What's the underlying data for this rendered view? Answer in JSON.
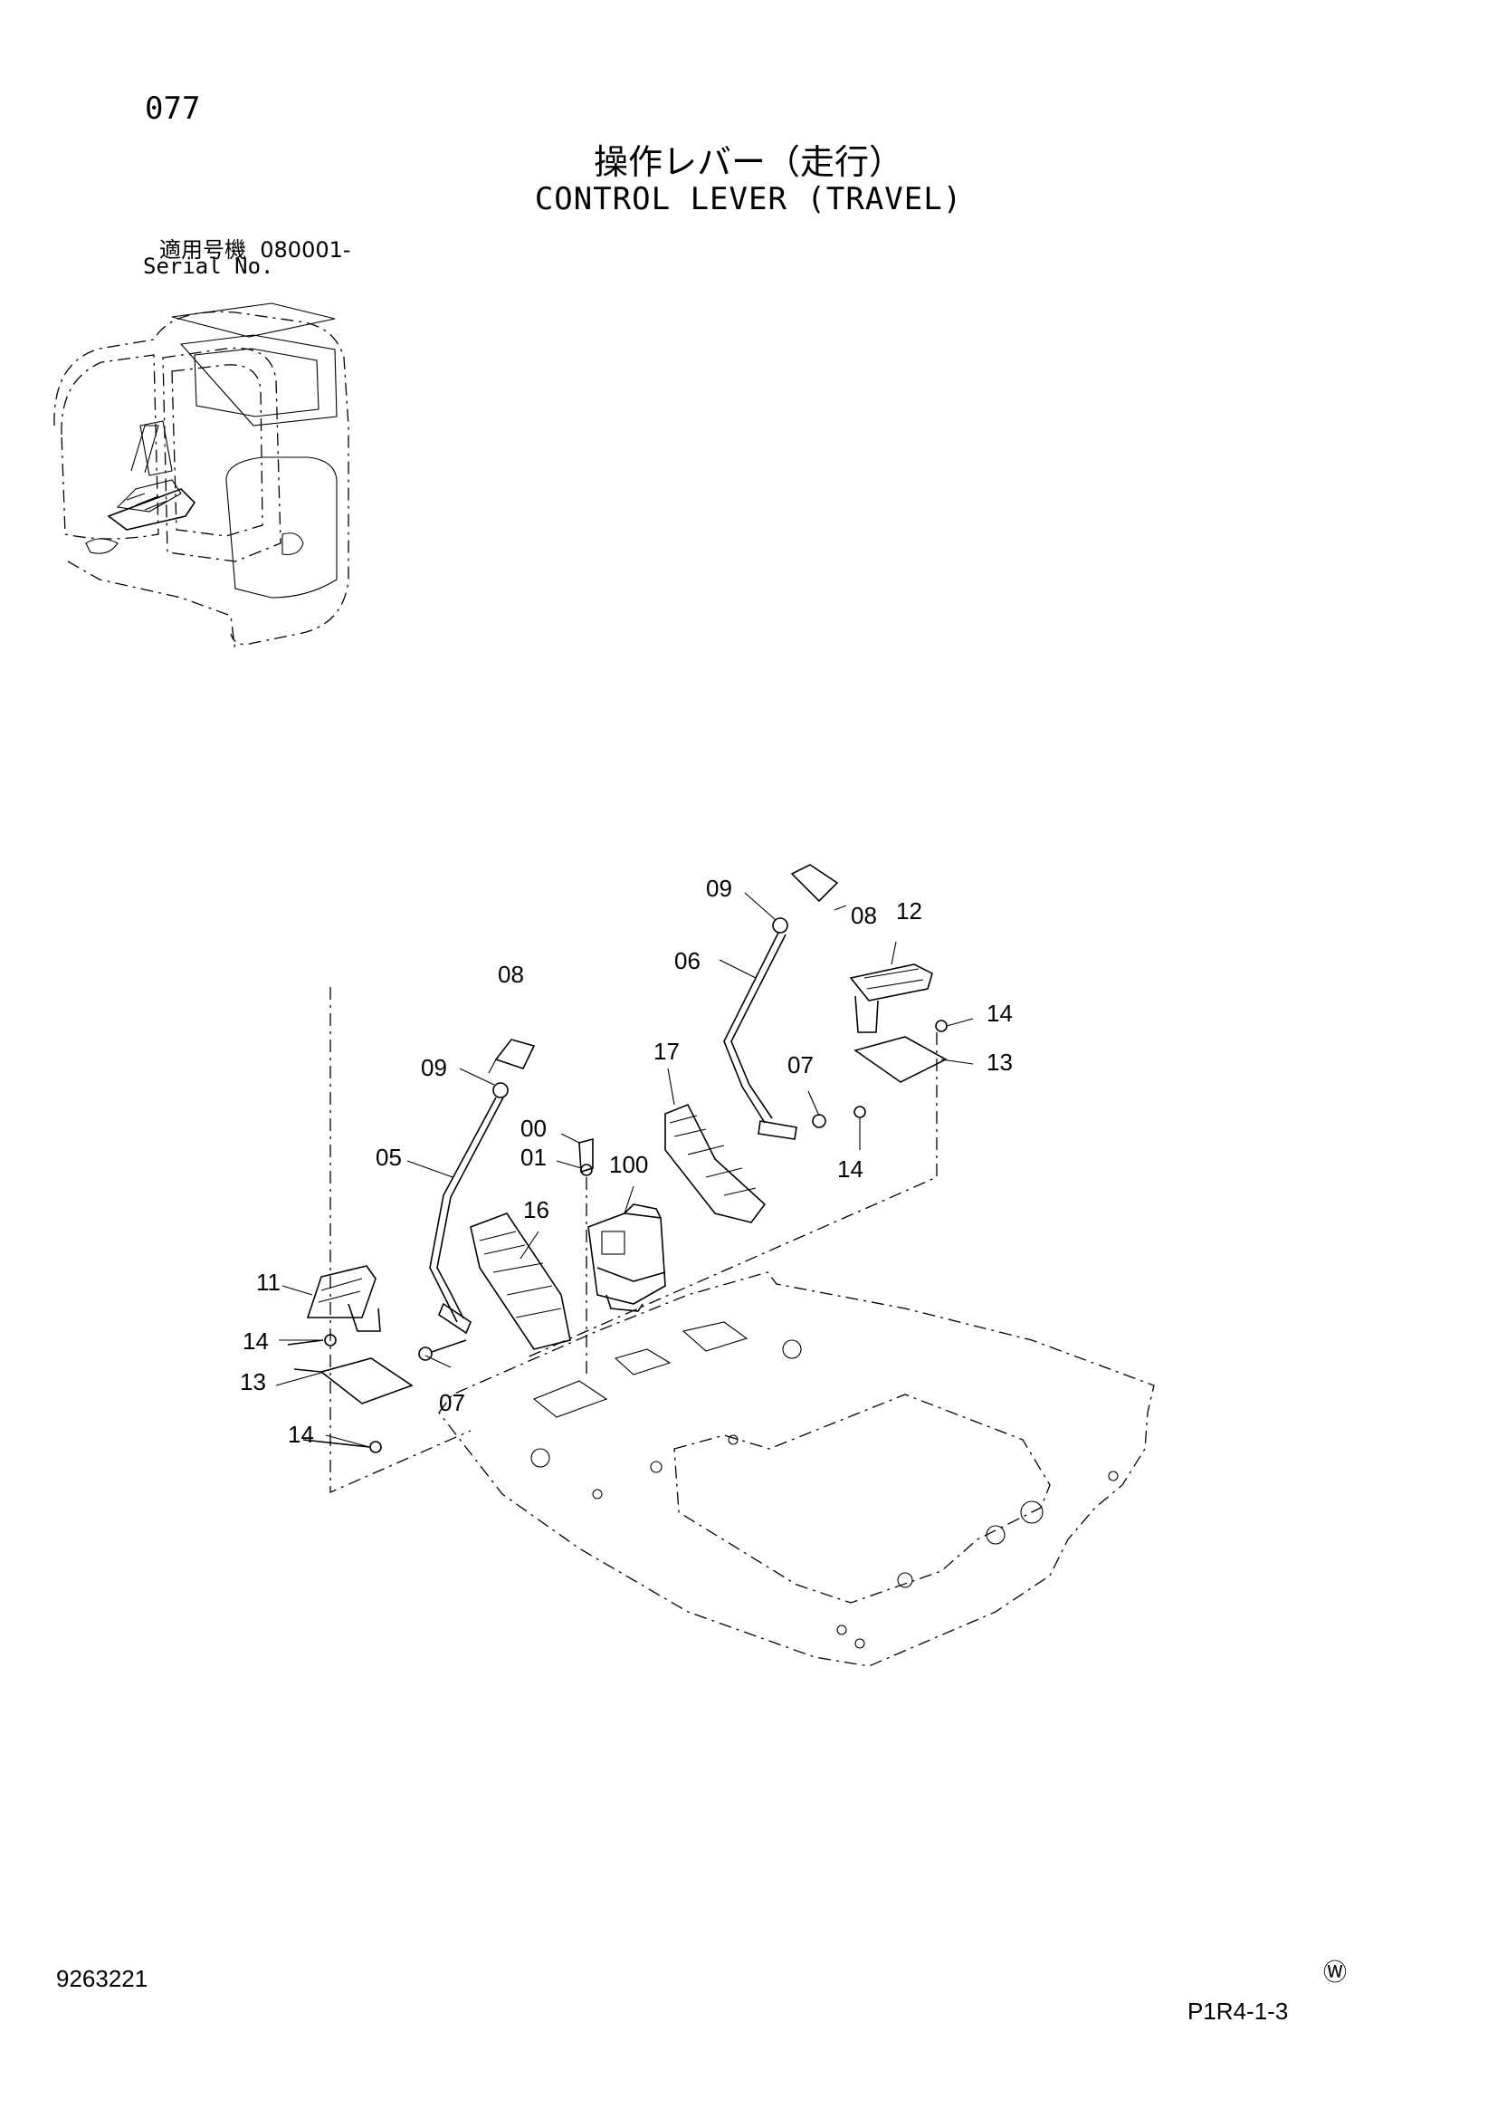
{
  "page_number": "077",
  "title_jp": "操作レバー（走行）",
  "title_en": "CONTROL LEVER (TRAVEL)",
  "serial": {
    "label_jp": "適用号機",
    "range": "080001-",
    "label_en": "Serial No."
  },
  "callouts": {
    "c00": "00",
    "c01": "01",
    "c100": "100",
    "c05": "05",
    "c06": "06",
    "c07a": "07",
    "c07b": "07",
    "c08a": "08",
    "c08b": "08",
    "c09a": "09",
    "c09b": "09",
    "c11": "11",
    "c12": "12",
    "c13a": "13",
    "c13b": "13",
    "c14a": "14",
    "c14b": "14",
    "c14c": "14",
    "c14d": "14",
    "c16": "16",
    "c17": "17"
  },
  "footer": {
    "doc_id": "9263221",
    "mark": "Ⓦ",
    "page_code": "P1R4-1-3"
  }
}
